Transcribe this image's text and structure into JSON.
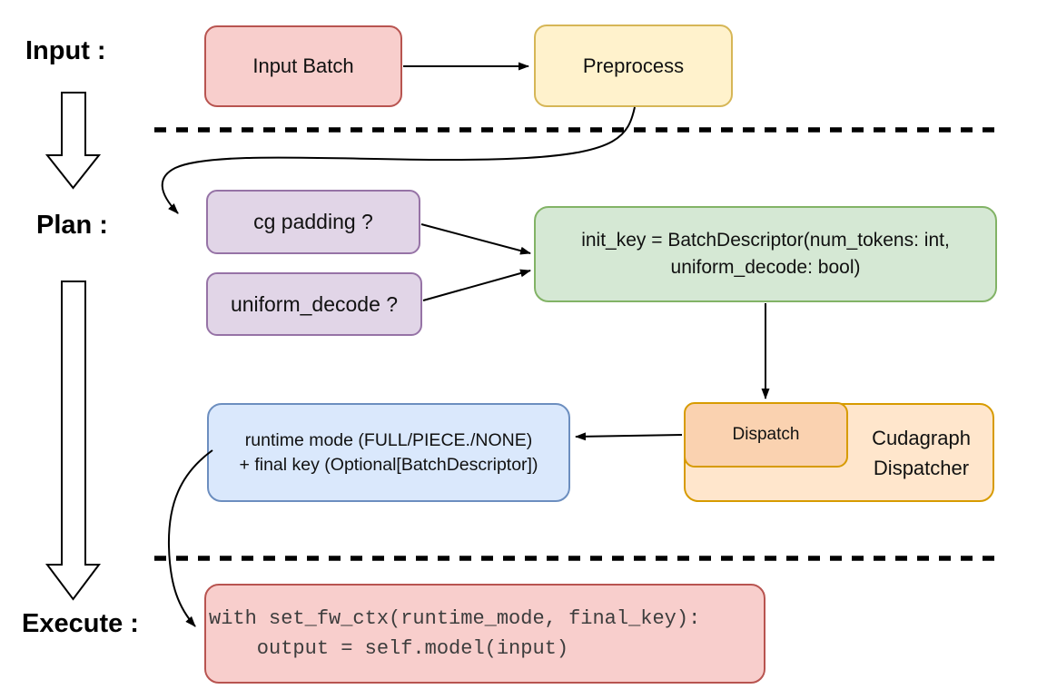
{
  "stage_labels": {
    "input": "Input :",
    "plan": "Plan :",
    "execute": "Execute :"
  },
  "nodes": {
    "input_batch": {
      "label": "Input Batch"
    },
    "preprocess": {
      "label": "Preprocess"
    },
    "cg_padding": {
      "label": "cg padding ?"
    },
    "uniform_decode": {
      "label": "uniform_decode ?"
    },
    "init_key": {
      "line1": "init_key = BatchDescriptor(num_tokens: int,",
      "line2": "uniform_decode: bool)"
    },
    "runtime_mode": {
      "line1": "runtime mode (FULL/PIECE./NONE)",
      "line2": "+ final key (Optional[BatchDescriptor])"
    },
    "dispatch": {
      "label": "Dispatch"
    },
    "cudagraph_dispatcher": {
      "line1": "Cudagraph",
      "line2": "Dispatcher"
    },
    "execute_code": {
      "line1": "with set_fw_ctx(runtime_mode, final_key):",
      "line2": "    output = self.model(input)"
    }
  },
  "edges": [
    {
      "from": "input_batch",
      "to": "preprocess",
      "style": "straight"
    },
    {
      "from": "preprocess",
      "to": "cg_padding",
      "style": "curved"
    },
    {
      "from": "cg_padding",
      "to": "init_key",
      "style": "straight"
    },
    {
      "from": "uniform_decode",
      "to": "init_key",
      "style": "straight"
    },
    {
      "from": "init_key",
      "to": "dispatch",
      "style": "straight"
    },
    {
      "from": "dispatch",
      "to": "runtime_mode",
      "style": "straight"
    },
    {
      "from": "runtime_mode",
      "to": "execute_code",
      "style": "curved"
    }
  ],
  "colors": {
    "red_fill": "#f8cecc",
    "red_stroke": "#b85450",
    "yellow_fill": "#fff2cc",
    "yellow_stroke": "#d6b656",
    "purple_fill": "#e1d5e7",
    "purple_stroke": "#9673a6",
    "green_fill": "#d5e8d4",
    "green_stroke": "#82b366",
    "blue_fill": "#dae8fc",
    "blue_stroke": "#6c8ebf",
    "orange_outer_fill": "#ffe6cc",
    "orange_inner_fill": "#fad2b0",
    "orange_stroke": "#d79b00",
    "line": "#000000",
    "background": "#ffffff"
  }
}
